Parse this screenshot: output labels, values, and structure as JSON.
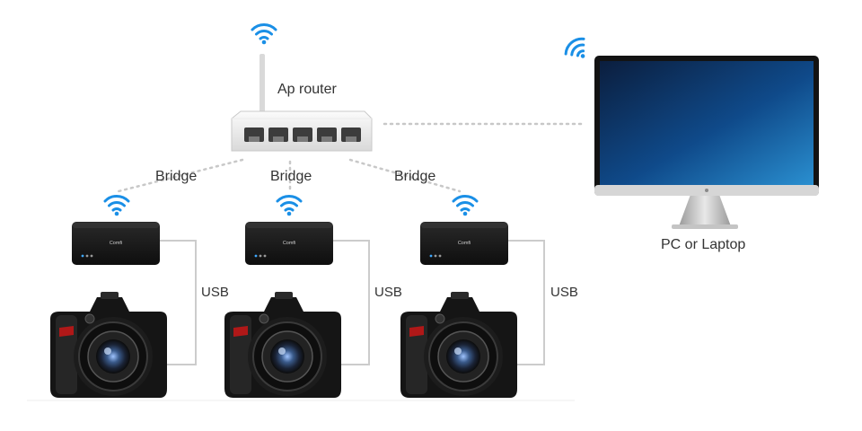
{
  "router": {
    "label": "Ap router"
  },
  "computer": {
    "label": "PC or Laptop"
  },
  "bridges": [
    {
      "link_label": "Bridge",
      "device_brand": "Comfi",
      "cable_label": "USB"
    },
    {
      "link_label": "Bridge",
      "device_brand": "Comfi",
      "cable_label": "USB"
    },
    {
      "link_label": "Bridge",
      "device_brand": "Comfi",
      "cable_label": "USB"
    }
  ],
  "colors": {
    "wifi": "#1a8fe6",
    "link_dots": "#c8c8c8",
    "cable": "#cccccc",
    "label_text": "#333333",
    "device_body": "#1a1a1a"
  },
  "icons": [
    "wifi-icon",
    "router",
    "monitor",
    "bridge-device",
    "dslr-camera"
  ]
}
